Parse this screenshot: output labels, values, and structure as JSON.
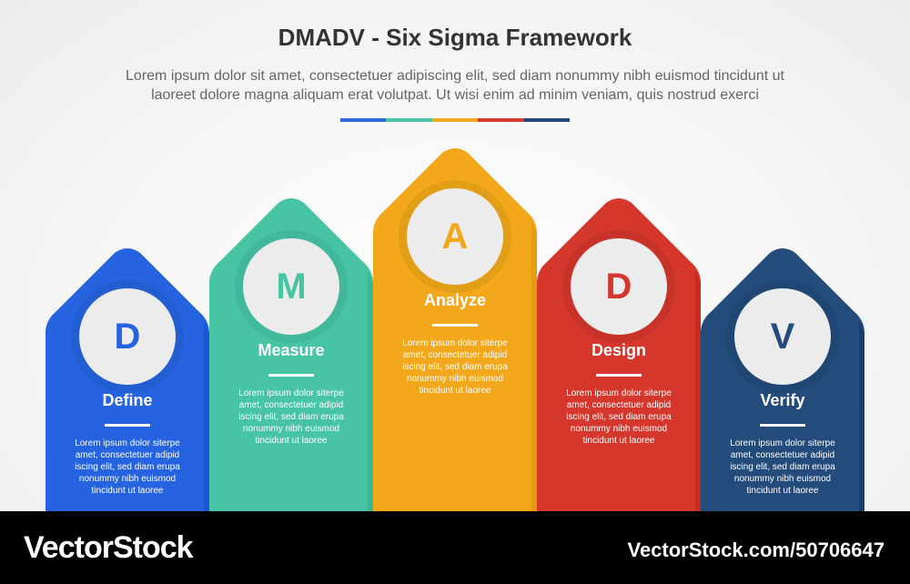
{
  "title": "DMADV - Six Sigma Framework",
  "subtitle_line1": "Lorem ipsum dolor sit amet, consectetuer adipiscing elit, sed diam nonummy nibh euismod tincidunt ut",
  "subtitle_line2": "laoreet dolore magna aliquam erat volutpat. Ut wisi enim ad minim veniam, quis nostrud exerci",
  "accent_colors": [
    "#2f6ad9",
    "#4cc3a5",
    "#f1aa1e",
    "#d43a2f",
    "#234a7a"
  ],
  "steps": [
    {
      "letter": "D",
      "label": "Define",
      "color": "#2563e0",
      "desc": [
        "Lorem ipsum dolor siterpe",
        "amet, consectetuer adipid",
        "iscing elit, sed diam erupa",
        "nonummy nibh euismod",
        "tincidunt ut laoree"
      ]
    },
    {
      "letter": "M",
      "label": "Measure",
      "color": "#46c4a4",
      "desc": [
        "Lorem ipsum dolor siterpe",
        "amet, consectetuer adipid",
        "iscing elit, sed diam erupa",
        "nonummy nibh euismod",
        "tincidunt ut laoree"
      ]
    },
    {
      "letter": "A",
      "label": "Analyze",
      "color": "#f2a81a",
      "desc": [
        "Lorem ipsum dolor siterpe",
        "amet, consectetuer adipid",
        "iscing elit, sed diam erupa",
        "nonummy nibh euismod",
        "tincidunt ut laoree"
      ]
    },
    {
      "letter": "D",
      "label": "Design",
      "color": "#d5372c",
      "desc": [
        "Lorem ipsum dolor siterpe",
        "amet, consectetuer adipid",
        "iscing elit, sed diam erupa",
        "nonummy nibh euismod",
        "tincidunt ut laoree"
      ]
    },
    {
      "letter": "V",
      "label": "Verify",
      "color": "#234b7b",
      "desc": [
        "Lorem ipsum dolor siterpe",
        "amet, consectetuer adipid",
        "iscing elit, sed diam erupa",
        "nonummy nibh euismod",
        "tincidunt ut laoree"
      ]
    }
  ],
  "footer": {
    "brand": "VectorStock",
    "url": "VectorStock.com/50706647"
  }
}
